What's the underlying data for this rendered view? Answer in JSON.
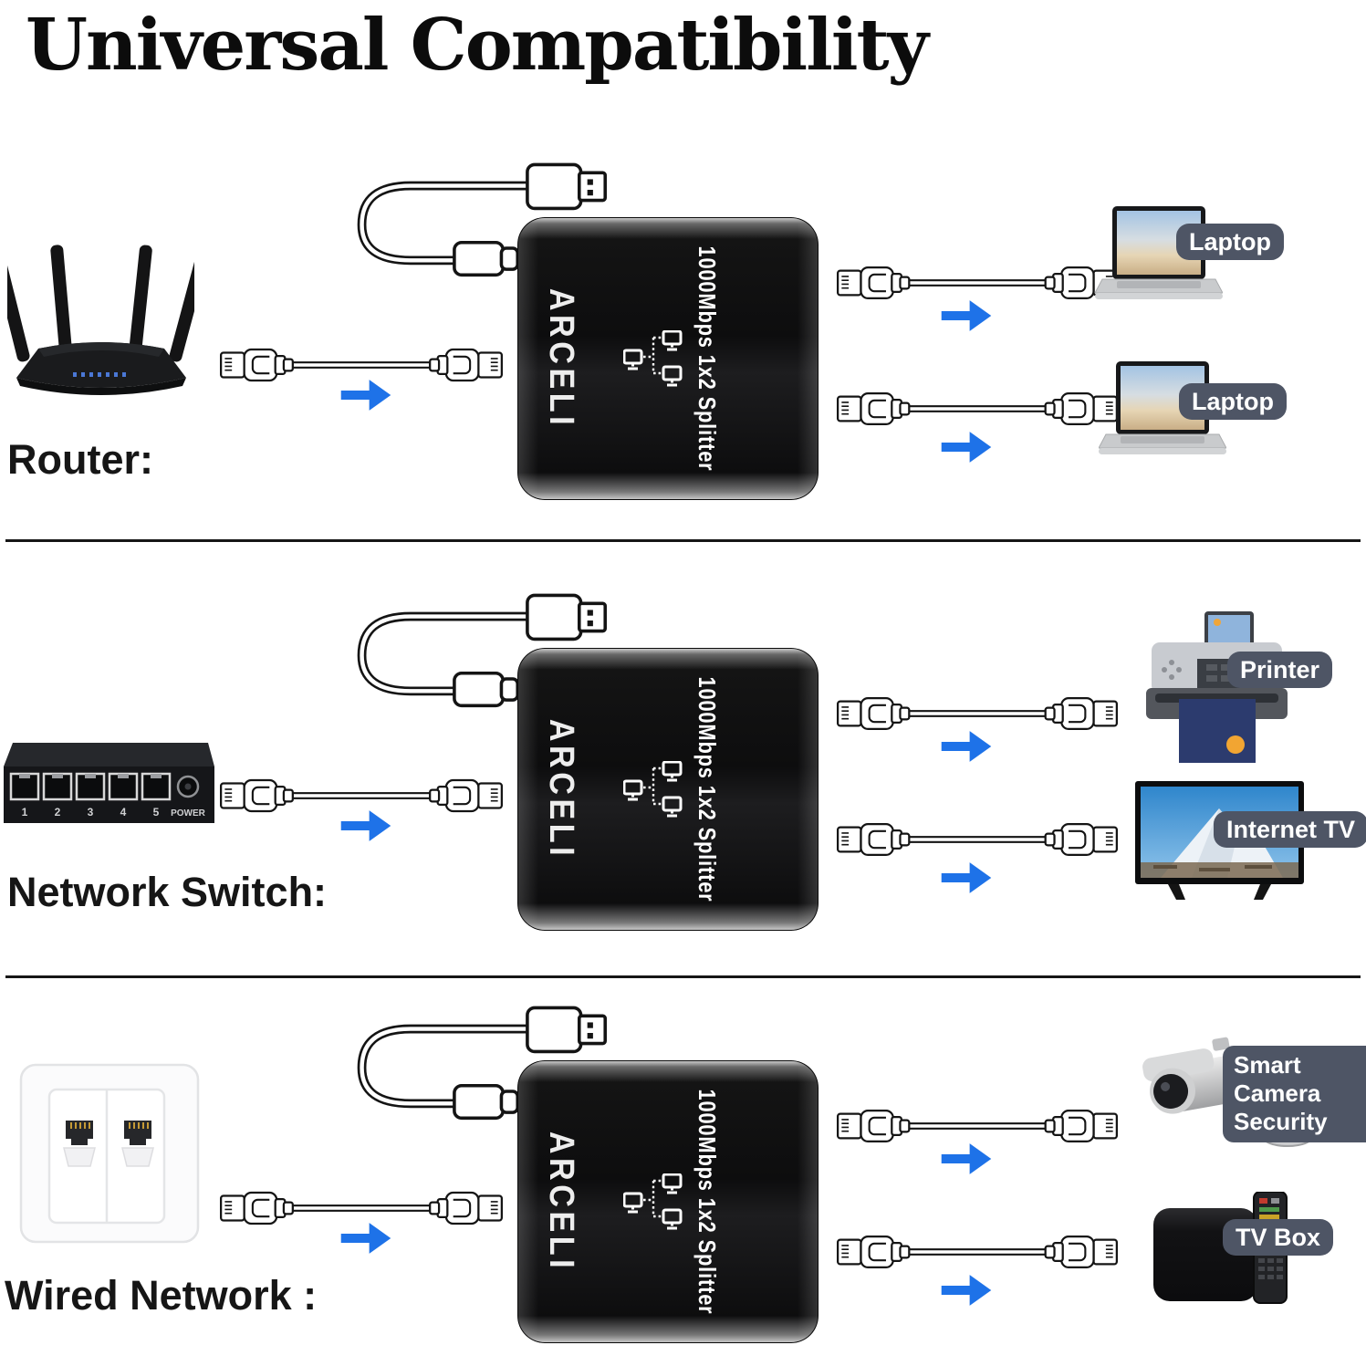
{
  "title": "Universal Compatibility",
  "splitter": {
    "brand": "ARCELI",
    "label": "1000Mbps 1x2 Splitter"
  },
  "rows": [
    {
      "source": "Router:",
      "outputs": [
        "Laptop",
        "Laptop"
      ]
    },
    {
      "source": "Network Switch:",
      "outputs": [
        "Printer",
        "Internet TV"
      ]
    },
    {
      "source": "Wired Network :",
      "outputs": [
        "Smart Camera Security",
        "TV Box"
      ]
    }
  ],
  "network_switch": {
    "ports": [
      "1",
      "2",
      "3",
      "4",
      "5"
    ],
    "power_label": "POWER"
  },
  "colors": {
    "arrow": "#1e72e8",
    "badge": "#4e5565"
  }
}
